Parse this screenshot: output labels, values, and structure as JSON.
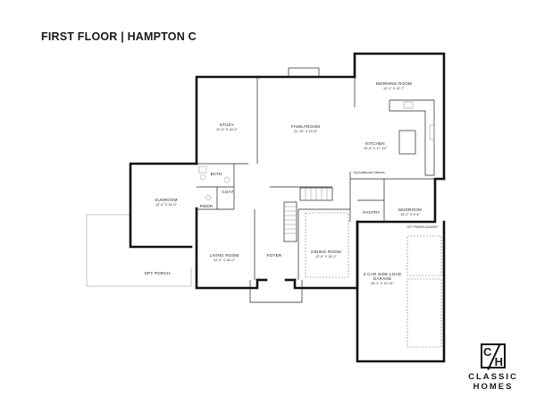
{
  "header": {
    "title": "FIRST FLOOR | HAMPTON C"
  },
  "rooms": {
    "morning_room": {
      "name": "MORNING ROOM",
      "dim": "13'-1\" X 12'-7\""
    },
    "study": {
      "name": "STUDY",
      "dim": "12'-4\" X 13'-0\""
    },
    "family_room": {
      "name": "FAMILYROOM",
      "dim": "21'-10\" X 19'-6\""
    },
    "kitchen": {
      "name": "KITCHEN",
      "dim": "19'-6\" X 17'-10\""
    },
    "bath": {
      "name": "BATH"
    },
    "coat": {
      "name": "COAT"
    },
    "pwdr": {
      "name": "PWDR"
    },
    "sunroom": {
      "name": "SUNROOM",
      "dim": "12'-0\" X 13'-0\""
    },
    "pantry": {
      "name": "PANTRY"
    },
    "mudroom": {
      "name": "MUDROOM",
      "dim": "13'-2\" X 9'-6\""
    },
    "living_room": {
      "name": "LIVING ROOM",
      "dim": "12'-9\" X 16'-0\""
    },
    "foyer": {
      "name": "FOYER"
    },
    "dining_room": {
      "name": "DINING ROOM",
      "dim": "12'-9\" X 16'-2\""
    },
    "garage": {
      "name": "3 CAR SIDE LOAD\nGARAGE",
      "name_line1": "3 CAR SIDE LOAD",
      "name_line2": "GARAGE",
      "dim": "34'-2\" X 19'-11\""
    },
    "opt_porch": {
      "name": "OPT PORCH"
    }
  },
  "annotations": {
    "cabinets": "Opt Additional Cabinets",
    "mudroom_note": "OPT PWDR/LAUNDRY"
  },
  "brand": {
    "mark_c": "C",
    "mark_h": "H",
    "line1": "CLASSIC",
    "line2": "HOMES"
  },
  "colors": {
    "wall": "#111111",
    "background": "#ffffff"
  }
}
